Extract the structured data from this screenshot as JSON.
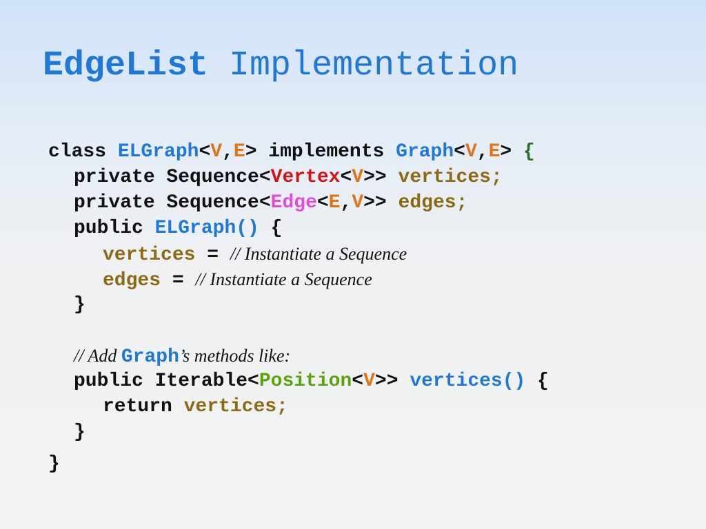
{
  "title": {
    "bold": "EdgeList",
    "rest": " Implementation"
  },
  "lines": {
    "l1": [
      "class ",
      "ELGraph",
      "<",
      "V",
      ",",
      "E",
      "> implements ",
      "Graph",
      "<",
      "V",
      ",",
      "E",
      "> ",
      "{"
    ],
    "l2": [
      "private Sequence<",
      "Vertex",
      "<",
      "V",
      ">> ",
      "vertices",
      ";"
    ],
    "l3": [
      "private Sequence<",
      "Edge",
      "<",
      "E",
      ",",
      "V",
      ">> ",
      "edges",
      ";"
    ],
    "l4": [
      "public ",
      "ELGraph()",
      " {"
    ],
    "l5": [
      "vertices",
      " = ",
      "// Instantiate a Sequence"
    ],
    "l6": [
      "edges",
      " = ",
      "// Instantiate a Sequence"
    ],
    "l7": [
      "}"
    ],
    "l8": [
      "// Add ",
      "Graph",
      "’s methods like:"
    ],
    "l9": [
      "public Iterable<",
      "Position",
      "<",
      "V",
      ">> ",
      "vertices()",
      " {"
    ],
    "l10": [
      "return ",
      "vertices",
      ";"
    ],
    "l11": [
      "}"
    ],
    "l12": [
      "}"
    ]
  }
}
